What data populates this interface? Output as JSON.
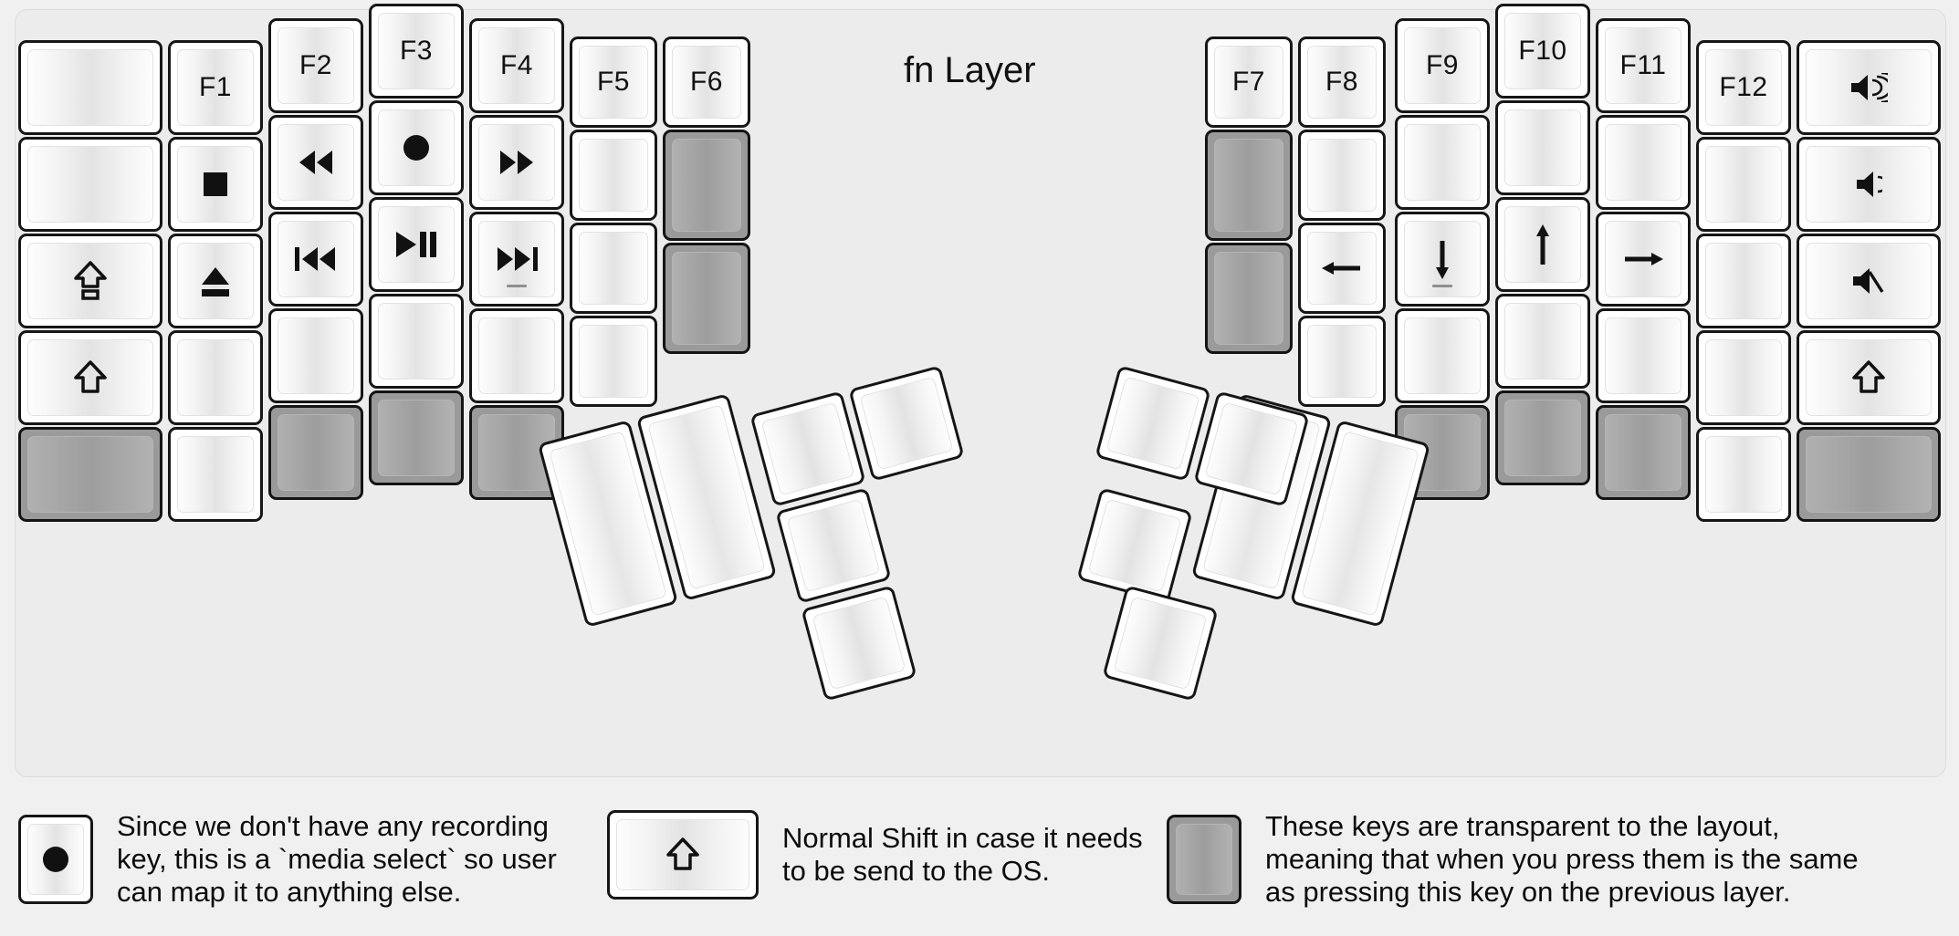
{
  "title": "fn Layer",
  "colors": {
    "background": "#f0f0f0",
    "board": "#ececec",
    "key_face": "#ffffff",
    "key_border": "#161616",
    "transparent_key": "#9a9a9a",
    "text": "#111111"
  },
  "left_half": {
    "columns": [
      {
        "name": "pinky-outer",
        "keys": [
          {
            "label": "",
            "icon": "blank",
            "transparent": false
          },
          {
            "label": "",
            "icon": "blank",
            "transparent": false
          },
          {
            "label": "",
            "icon": "caps-lock",
            "transparent": false
          },
          {
            "label": "",
            "icon": "shift",
            "transparent": false
          },
          {
            "label": "",
            "icon": "blank",
            "transparent": true
          }
        ]
      },
      {
        "name": "pinky",
        "keys": [
          {
            "label": "F1",
            "icon": "text",
            "transparent": false
          },
          {
            "label": "",
            "icon": "media-stop",
            "transparent": false
          },
          {
            "label": "",
            "icon": "media-eject",
            "transparent": false
          },
          {
            "label": "",
            "icon": "blank",
            "transparent": false
          },
          {
            "label": "",
            "icon": "blank",
            "transparent": false
          }
        ]
      },
      {
        "name": "ring",
        "keys": [
          {
            "label": "F2",
            "icon": "text",
            "transparent": false
          },
          {
            "label": "",
            "icon": "media-rewind",
            "transparent": false
          },
          {
            "label": "",
            "icon": "media-prev-track",
            "transparent": false
          },
          {
            "label": "",
            "icon": "blank",
            "transparent": false
          },
          {
            "label": "",
            "icon": "blank",
            "transparent": true
          }
        ]
      },
      {
        "name": "middle",
        "keys": [
          {
            "label": "F3",
            "icon": "text",
            "transparent": false
          },
          {
            "label": "",
            "icon": "media-record",
            "transparent": false
          },
          {
            "label": "",
            "icon": "media-play-pause",
            "transparent": false
          },
          {
            "label": "",
            "icon": "blank",
            "transparent": false
          },
          {
            "label": "",
            "icon": "blank",
            "transparent": true
          }
        ]
      },
      {
        "name": "index",
        "keys": [
          {
            "label": "F4",
            "icon": "text",
            "transparent": false
          },
          {
            "label": "",
            "icon": "media-fast-forward",
            "transparent": false
          },
          {
            "label": "",
            "icon": "media-next-track",
            "transparent": false,
            "underline": true
          },
          {
            "label": "",
            "icon": "blank",
            "transparent": false
          },
          {
            "label": "",
            "icon": "blank",
            "transparent": true
          }
        ]
      },
      {
        "name": "index-inner",
        "keys": [
          {
            "label": "F5",
            "icon": "text",
            "transparent": false
          },
          {
            "label": "",
            "icon": "blank",
            "transparent": false
          },
          {
            "label": "",
            "icon": "blank",
            "transparent": false
          },
          {
            "label": "",
            "icon": "blank",
            "transparent": false
          }
        ]
      },
      {
        "name": "inner-extra",
        "keys": [
          {
            "label": "F6",
            "icon": "text",
            "transparent": false
          },
          {
            "label": "",
            "icon": "blank",
            "transparent": true
          },
          {
            "label": "",
            "icon": "blank",
            "transparent": true
          }
        ]
      }
    ],
    "thumb_cluster": [
      {
        "name": "thumb-big-1",
        "icon": "blank"
      },
      {
        "name": "thumb-big-2",
        "icon": "blank"
      },
      {
        "name": "thumb-1u-1",
        "icon": "blank"
      },
      {
        "name": "thumb-1u-2",
        "icon": "blank"
      },
      {
        "name": "thumb-1u-3",
        "icon": "blank"
      },
      {
        "name": "thumb-1u-4",
        "icon": "blank"
      }
    ]
  },
  "right_half": {
    "columns": [
      {
        "name": "inner-extra",
        "keys": [
          {
            "label": "F7",
            "icon": "text",
            "transparent": false
          },
          {
            "label": "",
            "icon": "blank",
            "transparent": true
          },
          {
            "label": "",
            "icon": "blank",
            "transparent": true
          }
        ]
      },
      {
        "name": "index-inner",
        "keys": [
          {
            "label": "F8",
            "icon": "text",
            "transparent": false
          },
          {
            "label": "",
            "icon": "blank",
            "transparent": false
          },
          {
            "label": "",
            "icon": "arrow-left",
            "transparent": false
          },
          {
            "label": "",
            "icon": "blank",
            "transparent": false
          }
        ]
      },
      {
        "name": "index",
        "keys": [
          {
            "label": "F9",
            "icon": "text",
            "transparent": false
          },
          {
            "label": "",
            "icon": "blank",
            "transparent": false
          },
          {
            "label": "",
            "icon": "arrow-down",
            "transparent": false,
            "underline": true
          },
          {
            "label": "",
            "icon": "blank",
            "transparent": false
          },
          {
            "label": "",
            "icon": "blank",
            "transparent": true
          }
        ]
      },
      {
        "name": "middle",
        "keys": [
          {
            "label": "F10",
            "icon": "text",
            "transparent": false
          },
          {
            "label": "",
            "icon": "blank",
            "transparent": false
          },
          {
            "label": "",
            "icon": "arrow-up",
            "transparent": false
          },
          {
            "label": "",
            "icon": "blank",
            "transparent": false
          },
          {
            "label": "",
            "icon": "blank",
            "transparent": true
          }
        ]
      },
      {
        "name": "ring",
        "keys": [
          {
            "label": "F11",
            "icon": "text",
            "transparent": false
          },
          {
            "label": "",
            "icon": "blank",
            "transparent": false
          },
          {
            "label": "",
            "icon": "arrow-right",
            "transparent": false
          },
          {
            "label": "",
            "icon": "blank",
            "transparent": false
          },
          {
            "label": "",
            "icon": "blank",
            "transparent": true
          }
        ]
      },
      {
        "name": "pinky",
        "keys": [
          {
            "label": "F12",
            "icon": "text",
            "transparent": false
          },
          {
            "label": "",
            "icon": "blank",
            "transparent": false
          },
          {
            "label": "",
            "icon": "blank",
            "transparent": false
          },
          {
            "label": "",
            "icon": "blank",
            "transparent": false
          },
          {
            "label": "",
            "icon": "blank",
            "transparent": false
          }
        ]
      },
      {
        "name": "pinky-outer",
        "keys": [
          {
            "label": "",
            "icon": "volume-up",
            "transparent": false
          },
          {
            "label": "",
            "icon": "volume-down",
            "transparent": false
          },
          {
            "label": "",
            "icon": "volume-mute",
            "transparent": false
          },
          {
            "label": "",
            "icon": "shift",
            "transparent": false
          },
          {
            "label": "",
            "icon": "blank",
            "transparent": true
          }
        ]
      }
    ],
    "thumb_cluster": [
      {
        "name": "thumb-big-1",
        "icon": "blank"
      },
      {
        "name": "thumb-big-2",
        "icon": "blank"
      },
      {
        "name": "thumb-1u-1",
        "icon": "blank"
      },
      {
        "name": "thumb-1u-2",
        "icon": "blank"
      },
      {
        "name": "thumb-1u-3",
        "icon": "blank"
      },
      {
        "name": "thumb-1u-4",
        "icon": "blank"
      }
    ]
  },
  "legend": [
    {
      "key_icon": "media-record",
      "transparent": false,
      "text": "Since we don't have any recording\nkey, this is a `media select` so user\ncan map it to anything else."
    },
    {
      "key_icon": "shift",
      "transparent": false,
      "text": "Normal Shift in case it needs\nto be send to the OS."
    },
    {
      "key_icon": "blank",
      "transparent": true,
      "text": "These keys are transparent to the layout,\nmeaning that when you press them is the same\nas pressing this key on the previous layer."
    }
  ]
}
